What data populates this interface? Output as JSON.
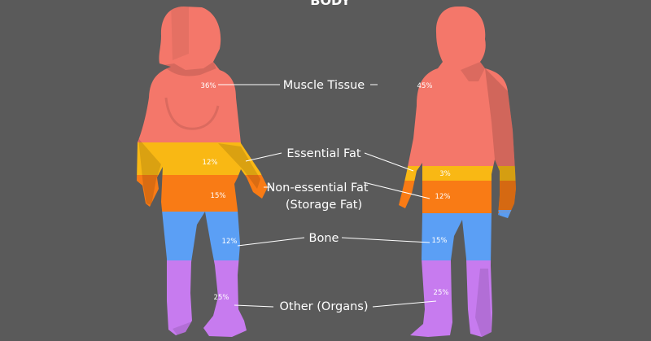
{
  "title": "BODY",
  "colors": {
    "background": "#5a5a5a",
    "muscle": "#f4776a",
    "essential_fat": "#f9b814",
    "storage_fat": "#f97b15",
    "bone": "#5b9ff5",
    "other": "#c77bef",
    "shade": "#d85f58"
  },
  "labels": {
    "muscle": "Muscle Tissue",
    "essential_fat": "Essential Fat",
    "storage_fat_line1": "Non-essential Fat",
    "storage_fat_line2": "(Storage Fat)",
    "bone": "Bone",
    "other": "Other (Organs)"
  },
  "female": {
    "muscle": "36%",
    "essential_fat": "12%",
    "storage_fat": "15%",
    "bone": "12%",
    "other": "25%"
  },
  "male": {
    "muscle": "45%",
    "essential_fat": "3%",
    "storage_fat": "12%",
    "bone": "15%",
    "other": "25%"
  }
}
